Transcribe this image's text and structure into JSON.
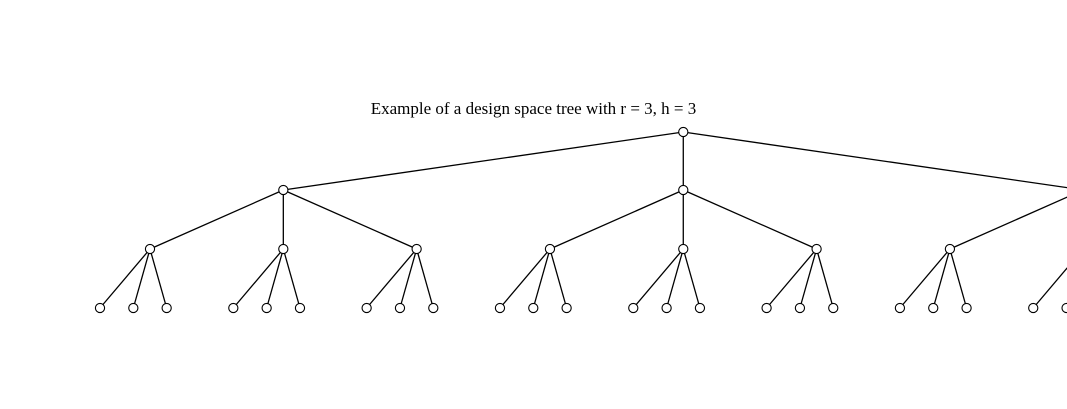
{
  "title": "Example of a design space tree with r = 3, h = 3",
  "tree": {
    "branching_factor": 3,
    "height": 3
  },
  "colors": {
    "edge": "#000000",
    "node_fill": "#ffffff",
    "node_stroke": "#000000",
    "text": "#000000"
  }
}
